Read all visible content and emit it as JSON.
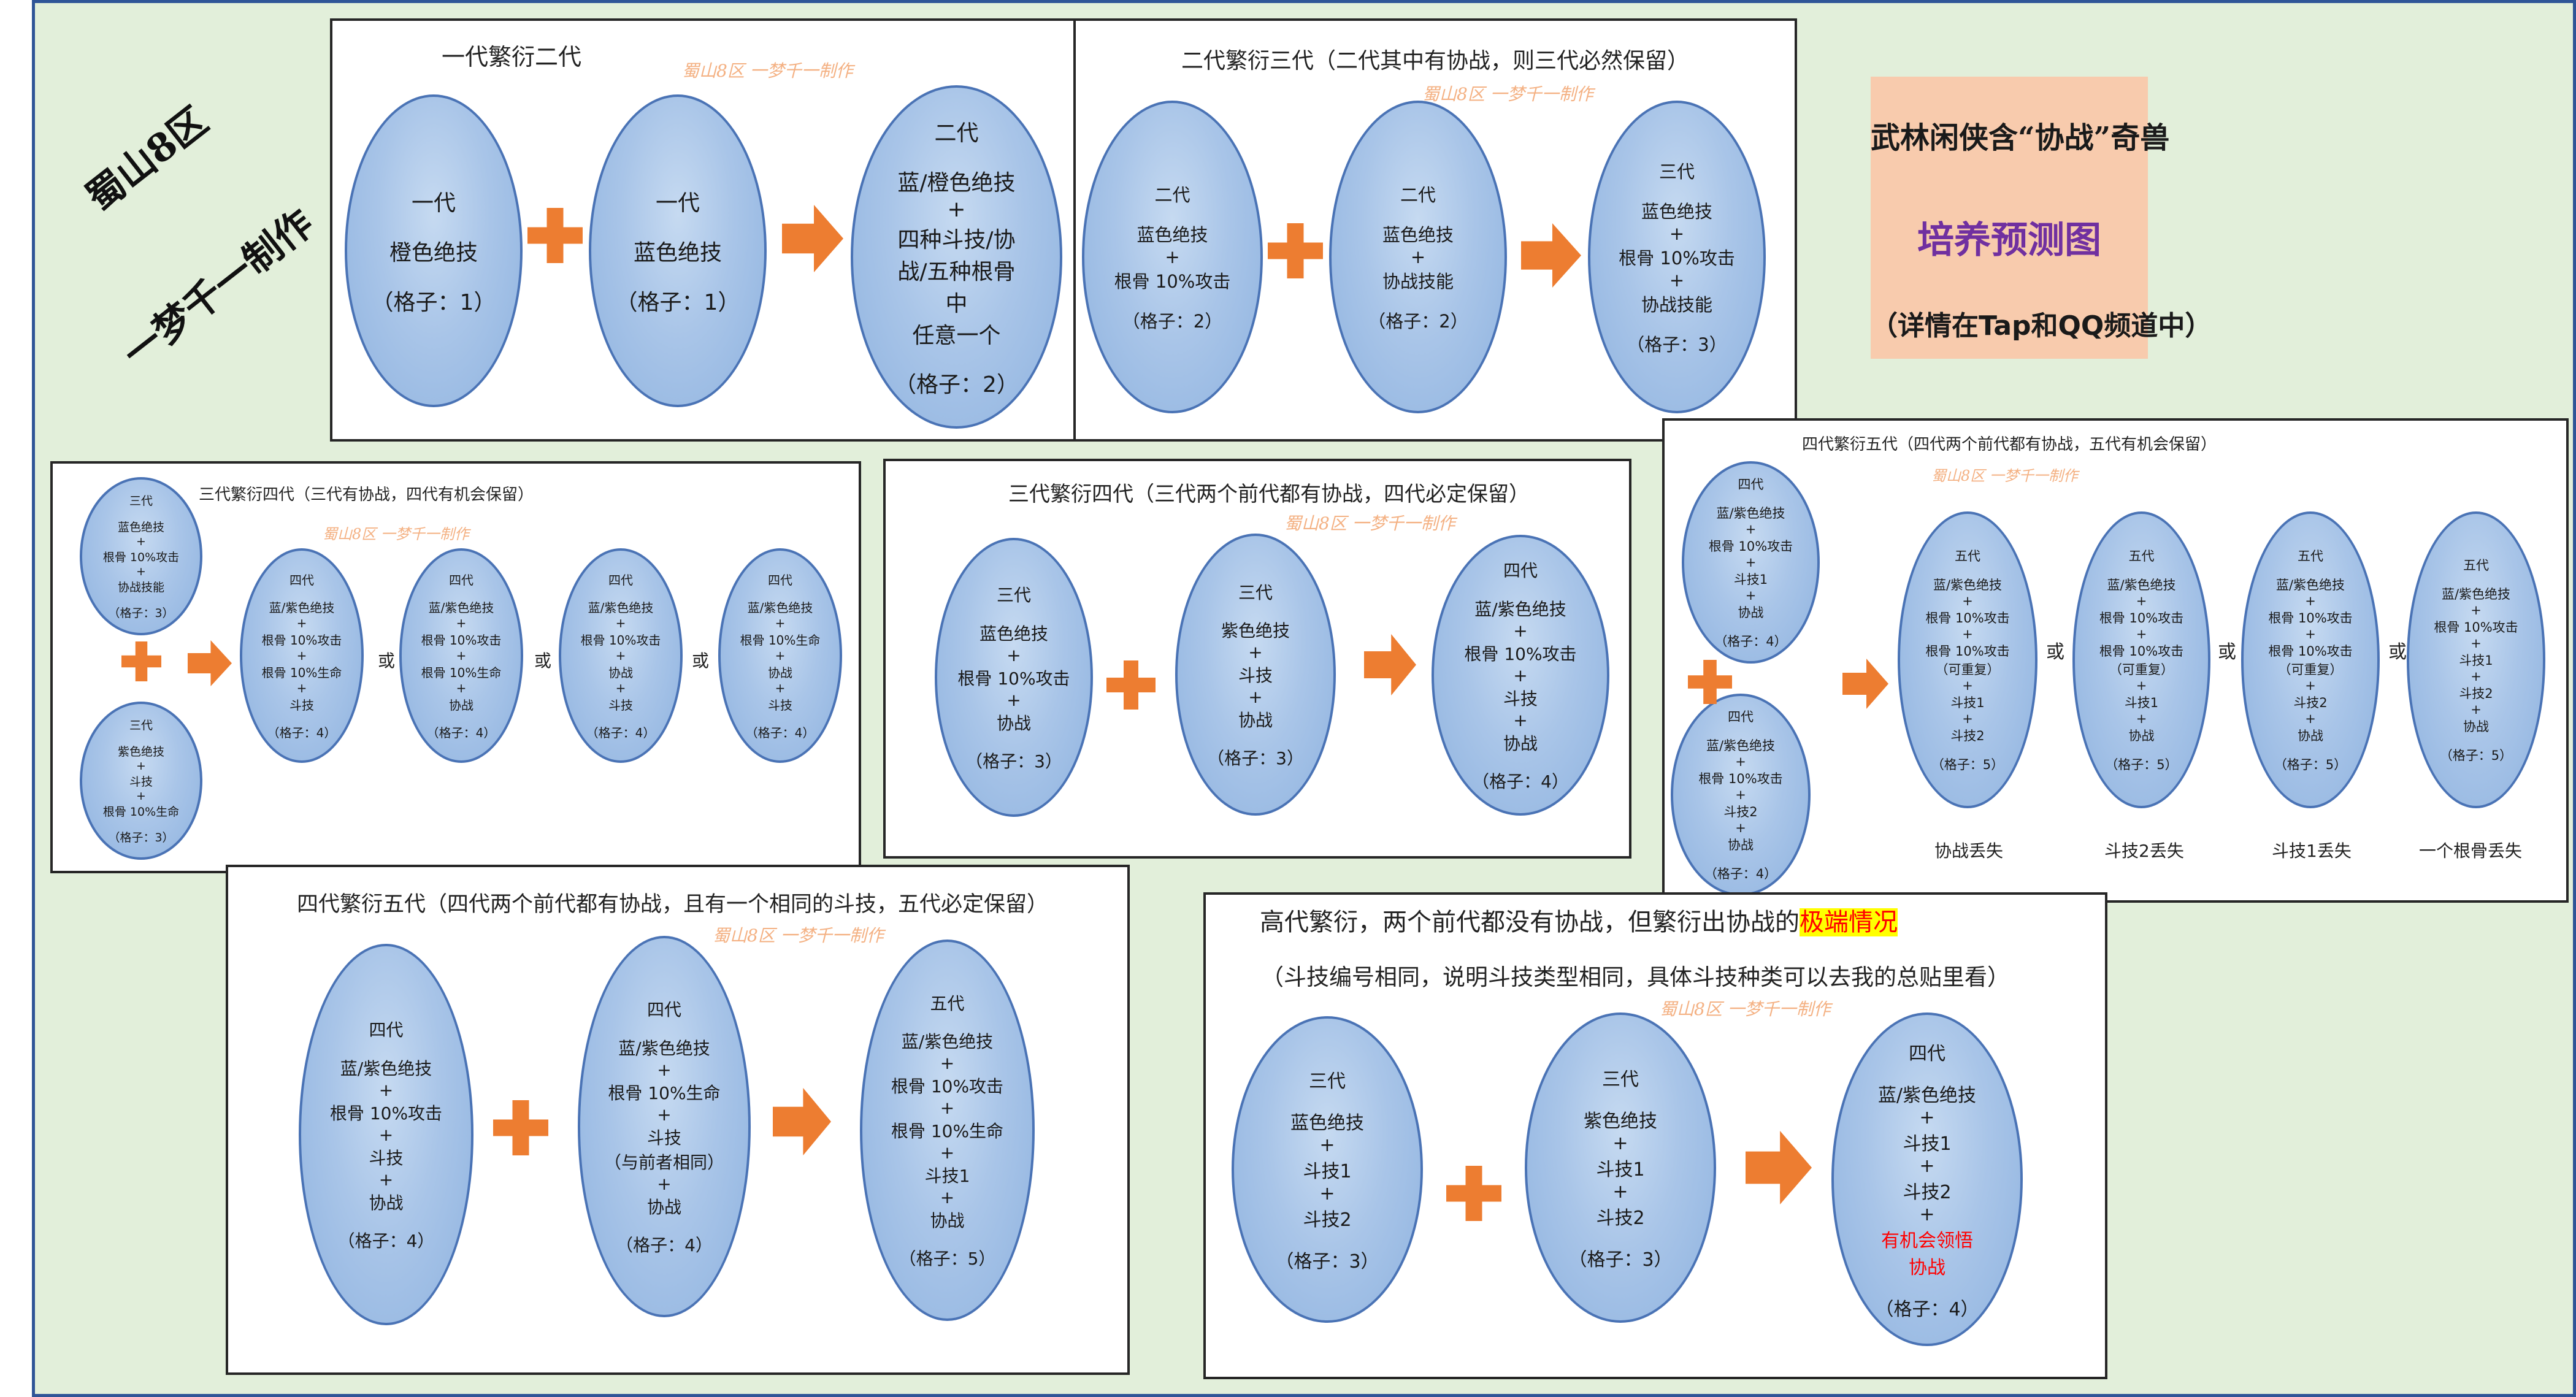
{
  "credit": {
    "server": "蜀山8区",
    "author": "一梦千一制作"
  },
  "watermark": "蜀山8区  一梦千一制作",
  "info_box": {
    "line1": "武林闲侠含“协战”奇兽",
    "line2": "培养预测图",
    "line3": "（详情在Tap和QQ频道中）",
    "bg_color": "#f8cbad",
    "title_color": "#7030a0"
  },
  "or_label": "或",
  "colors": {
    "node_fill": "#9dc3e6",
    "node_border": "#4472c4",
    "connector": "#ed7d31",
    "highlight": "#ffff00",
    "alert_text": "#ff0000"
  },
  "panels": {
    "p1": {
      "title": "一代繁衍二代",
      "nodes": [
        [
          "一代",
          "",
          "橙色绝技",
          "",
          "（格子：1）"
        ],
        [
          "一代",
          "",
          "蓝色绝技",
          "",
          "（格子：1）"
        ],
        [
          "二代",
          "",
          "蓝/橙色绝技",
          "+",
          "四种斗技/协",
          "战/五种根骨",
          "中",
          "任意一个",
          "",
          "（格子：2）"
        ]
      ]
    },
    "p2": {
      "title": "二代繁衍三代（二代其中有协战，则三代必然保留）",
      "nodes": [
        [
          "二代",
          "",
          "蓝色绝技",
          "+",
          "根骨 10%攻击",
          "",
          "（格子：2）"
        ],
        [
          "二代",
          "",
          "蓝色绝技",
          "+",
          "协战技能",
          "",
          "（格子：2）"
        ],
        [
          "三代",
          "",
          "蓝色绝技",
          "+",
          "根骨 10%攻击",
          "+",
          "协战技能",
          "",
          "（格子：3）"
        ]
      ]
    },
    "p3": {
      "title": "三代繁衍四代（三代有协战，四代有机会保留）",
      "parents": [
        [
          "三代",
          "",
          "蓝色绝技",
          "+",
          "根骨 10%攻击",
          "+",
          "协战技能",
          "",
          "（格子：3）"
        ],
        [
          "三代",
          "",
          "紫色绝技",
          "+",
          "斗技",
          "+",
          "根骨 10%生命",
          "",
          "（格子：3）"
        ]
      ],
      "children": [
        [
          "四代",
          "",
          "蓝/紫色绝技",
          "+",
          "根骨 10%攻击",
          "+",
          "根骨 10%生命",
          "+",
          "斗技",
          "",
          "（格子：4）"
        ],
        [
          "四代",
          "",
          "蓝/紫色绝技",
          "+",
          "根骨 10%攻击",
          "+",
          "根骨 10%生命",
          "+",
          "协战",
          "",
          "（格子：4）"
        ],
        [
          "四代",
          "",
          "蓝/紫色绝技",
          "+",
          "根骨 10%攻击",
          "+",
          "协战",
          "+",
          "斗技",
          "",
          "（格子：4）"
        ],
        [
          "四代",
          "",
          "蓝/紫色绝技",
          "+",
          "根骨 10%生命",
          "+",
          "协战",
          "+",
          "斗技",
          "",
          "（格子：4）"
        ]
      ]
    },
    "p4": {
      "title": "三代繁衍四代（三代两个前代都有协战，四代必定保留）",
      "nodes": [
        [
          "三代",
          "",
          "蓝色绝技",
          "+",
          "根骨 10%攻击",
          "+",
          "协战",
          "",
          "（格子：3）"
        ],
        [
          "三代",
          "",
          "紫色绝技",
          "+",
          "斗技",
          "+",
          "协战",
          "",
          "（格子：3）"
        ],
        [
          "四代",
          "",
          "蓝/紫色绝技",
          "+",
          "根骨 10%攻击",
          "+",
          "斗技",
          "+",
          "协战",
          "",
          "（格子：4）"
        ]
      ]
    },
    "p5": {
      "title": "四代繁衍五代（四代两个前代都有协战，五代有机会保留）",
      "parents": [
        [
          "四代",
          "",
          "蓝/紫色绝技",
          "+",
          "根骨 10%攻击",
          "+",
          "斗技1",
          "+",
          "协战",
          "",
          "（格子：4）"
        ],
        [
          "四代",
          "",
          "蓝/紫色绝技",
          "+",
          "根骨 10%攻击",
          "+",
          "斗技2",
          "+",
          "协战",
          "",
          "（格子：4）"
        ]
      ],
      "children": [
        [
          "五代",
          "",
          "蓝/紫色绝技",
          "+",
          "根骨 10%攻击",
          "+",
          "根骨 10%攻击",
          "（可重复）",
          "+",
          "斗技1",
          "+",
          "斗技2",
          "",
          "（格子：5）"
        ],
        [
          "五代",
          "",
          "蓝/紫色绝技",
          "+",
          "根骨 10%攻击",
          "+",
          "根骨 10%攻击",
          "（可重复）",
          "+",
          "斗技1",
          "+",
          "协战",
          "",
          "（格子：5）"
        ],
        [
          "五代",
          "",
          "蓝/紫色绝技",
          "+",
          "根骨 10%攻击",
          "+",
          "根骨 10%攻击",
          "（可重复）",
          "+",
          "斗技2",
          "+",
          "协战",
          "",
          "（格子：5）"
        ],
        [
          "五代",
          "",
          "蓝/紫色绝技",
          "+",
          "根骨 10%攻击",
          "+",
          "斗技1",
          "+",
          "斗技2",
          "+",
          "协战",
          "",
          "（格子：5）"
        ]
      ],
      "captions": [
        "协战丢失",
        "斗技2丢失",
        "斗技1丢失",
        "一个根骨丢失"
      ]
    },
    "p6": {
      "title": "四代繁衍五代（四代两个前代都有协战，且有一个相同的斗技，五代必定保留）",
      "nodes": [
        [
          "四代",
          "",
          "蓝/紫色绝技",
          "+",
          "根骨 10%攻击",
          "+",
          "斗技",
          "+",
          "协战",
          "",
          "（格子：4）"
        ],
        [
          "四代",
          "",
          "蓝/紫色绝技",
          "+",
          "根骨 10%生命",
          "+",
          "斗技",
          "（与前者相同）",
          "+",
          "协战",
          "",
          "（格子：4）"
        ],
        [
          "五代",
          "",
          "蓝/紫色绝技",
          "+",
          "根骨 10%攻击",
          "+",
          "根骨 10%生命",
          "+",
          "斗技1",
          "+",
          "协战",
          "",
          "（格子：5）"
        ]
      ]
    },
    "p7": {
      "title_prefix": "高代繁衍，两个前代都没有协战，但繁衍出协战的",
      "title_highlight": "极端情况",
      "subtitle": "（斗技编号相同，说明斗技类型相同，具体斗技种类可以去我的总贴里看）",
      "nodes": [
        [
          "三代",
          "",
          "蓝色绝技",
          "+",
          "斗技1",
          "+",
          "斗技2",
          "",
          "（格子：3）"
        ],
        [
          "三代",
          "",
          "紫色绝技",
          "+",
          "斗技1",
          "+",
          "斗技2",
          "",
          "（格子：3）"
        ],
        [
          "四代",
          "",
          "蓝/紫色绝技",
          "+",
          "斗技1",
          "+",
          "斗技2",
          "+",
          "有机会领悟",
          "协战",
          "",
          "（格子：4）"
        ]
      ]
    }
  }
}
